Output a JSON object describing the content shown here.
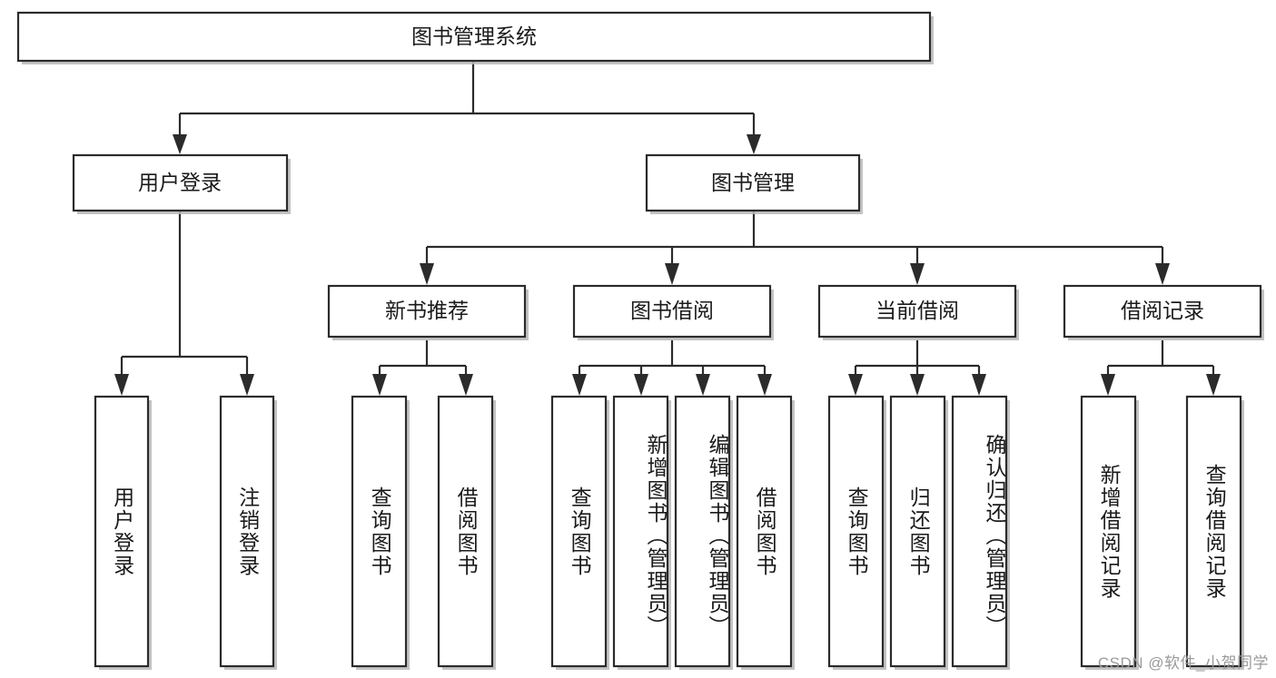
{
  "diagram": {
    "type": "tree",
    "title": "图书管理系统",
    "orientation": "top-down",
    "colors": {
      "box_fill": "#ffffff",
      "box_stroke": "#2b2b2b",
      "text": "#1a1a1a",
      "watermark": "#9a9a9a",
      "background": "#ffffff"
    },
    "root": {
      "label": "图书管理系统"
    },
    "level2": [
      {
        "label": "用户登录"
      },
      {
        "label": "图书管理"
      }
    ],
    "level3": [
      {
        "label": "新书推荐"
      },
      {
        "label": "图书借阅"
      },
      {
        "label": "当前借阅"
      },
      {
        "label": "借阅记录"
      }
    ],
    "leaves": {
      "user_login": [
        {
          "label": "用户登录"
        },
        {
          "label": "注销登录"
        }
      ],
      "new_book_recommend": [
        {
          "label": "查询图书"
        },
        {
          "label": "借阅图书"
        }
      ],
      "book_borrow": [
        {
          "label": "查询图书"
        },
        {
          "label": "新增图书（管理员）"
        },
        {
          "label": "编辑图书（管理员）"
        },
        {
          "label": "借阅图书"
        }
      ],
      "current_borrow": [
        {
          "label": "查询图书"
        },
        {
          "label": "归还图书"
        },
        {
          "label": "确认归还（管理员）"
        }
      ],
      "borrow_record": [
        {
          "label": "新增借阅记录"
        },
        {
          "label": "查询借阅记录"
        }
      ]
    }
  },
  "watermark": {
    "text": "CSDN @软件_小贺同学"
  }
}
